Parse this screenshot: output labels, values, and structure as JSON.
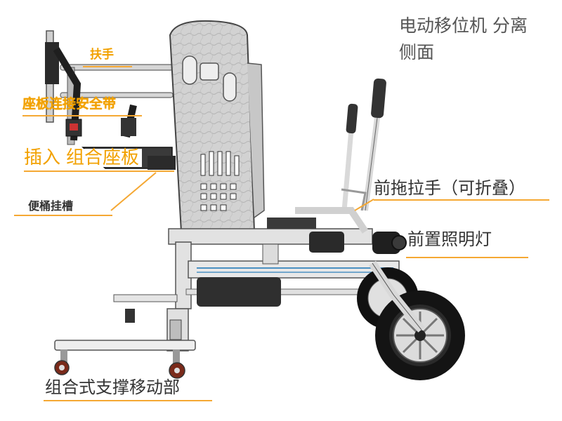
{
  "title": {
    "line1": "电动移位机 分离",
    "line2": "侧面"
  },
  "labels": {
    "armrest": "扶手",
    "seat_belt": "座板连接安全带",
    "insert": "插入",
    "seat_board": "组合座板",
    "potty_slot": "便桶挂槽",
    "front_handle": "前拖拉手（可折叠）",
    "front_light": "前置照明灯",
    "support_base": "组合式支撑移动部"
  },
  "colors": {
    "accent": "#f2a100",
    "leader_line": "#f5a833",
    "frame": "#d8d8d8",
    "frame_dark": "#555555",
    "backrest": "#cfcfcf",
    "tire": "#1a1a1a",
    "label_text": "#333333"
  }
}
